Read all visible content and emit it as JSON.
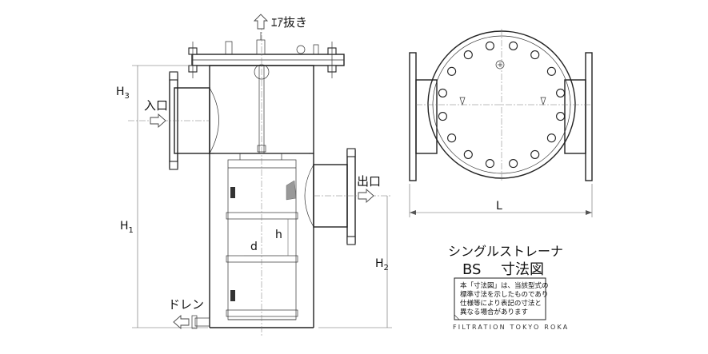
{
  "labels": {
    "air_vent": "ｴｱ抜き",
    "inlet": "入口",
    "outlet": "出口",
    "drain": "ドレン",
    "h1": "H1",
    "h2": "H2",
    "h3": "H3",
    "d": "d",
    "h": "h",
    "length": "L"
  },
  "title": {
    "product": "シングルストレーナ",
    "model": "BS",
    "sheet": "寸法図"
  },
  "note": {
    "lines": [
      "本「寸法図」は、当該型式の",
      "標準寸法を示したものであり",
      "仕様等により表記の寸法と",
      "異なる場合があります"
    ]
  },
  "company": "FILTRATION TOKYO ROKA"
}
